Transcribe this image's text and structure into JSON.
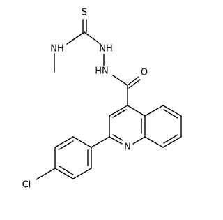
{
  "molecule": {
    "atom_labels": {
      "S": "S",
      "NH_methyl": "NH",
      "NH_hydrazide_1": "NH",
      "NH_hydrazide_2": "HN",
      "O": "O",
      "N_ring": "N",
      "Cl": "Cl"
    }
  }
}
